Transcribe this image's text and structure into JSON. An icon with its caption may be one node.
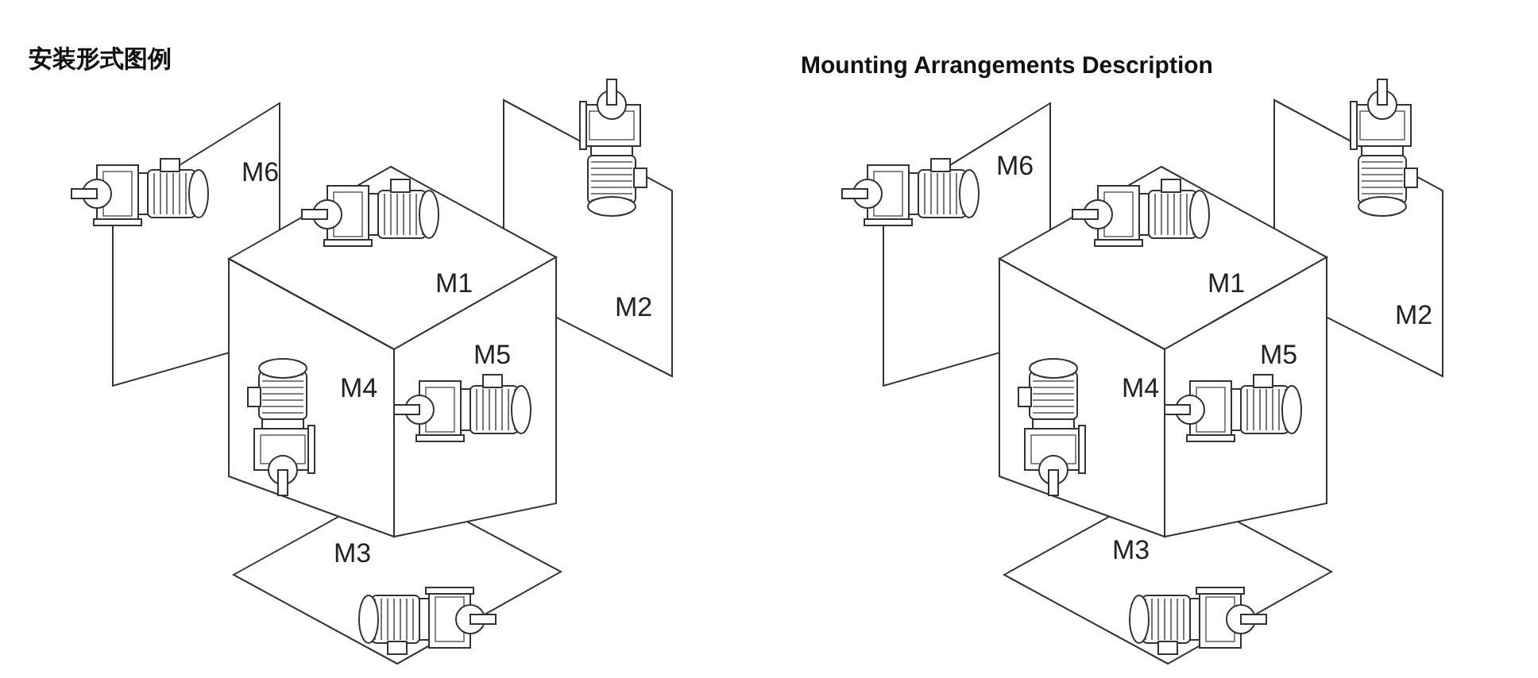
{
  "diagram": {
    "labels": [
      "安装形式图例",
      "M6",
      "M1",
      "M2",
      "M4",
      "M5",
      "M3",
      "Mounting Arrangements Description",
      "M6",
      "M1",
      "M2",
      "M4",
      "M5",
      "M3"
    ]
  }
}
